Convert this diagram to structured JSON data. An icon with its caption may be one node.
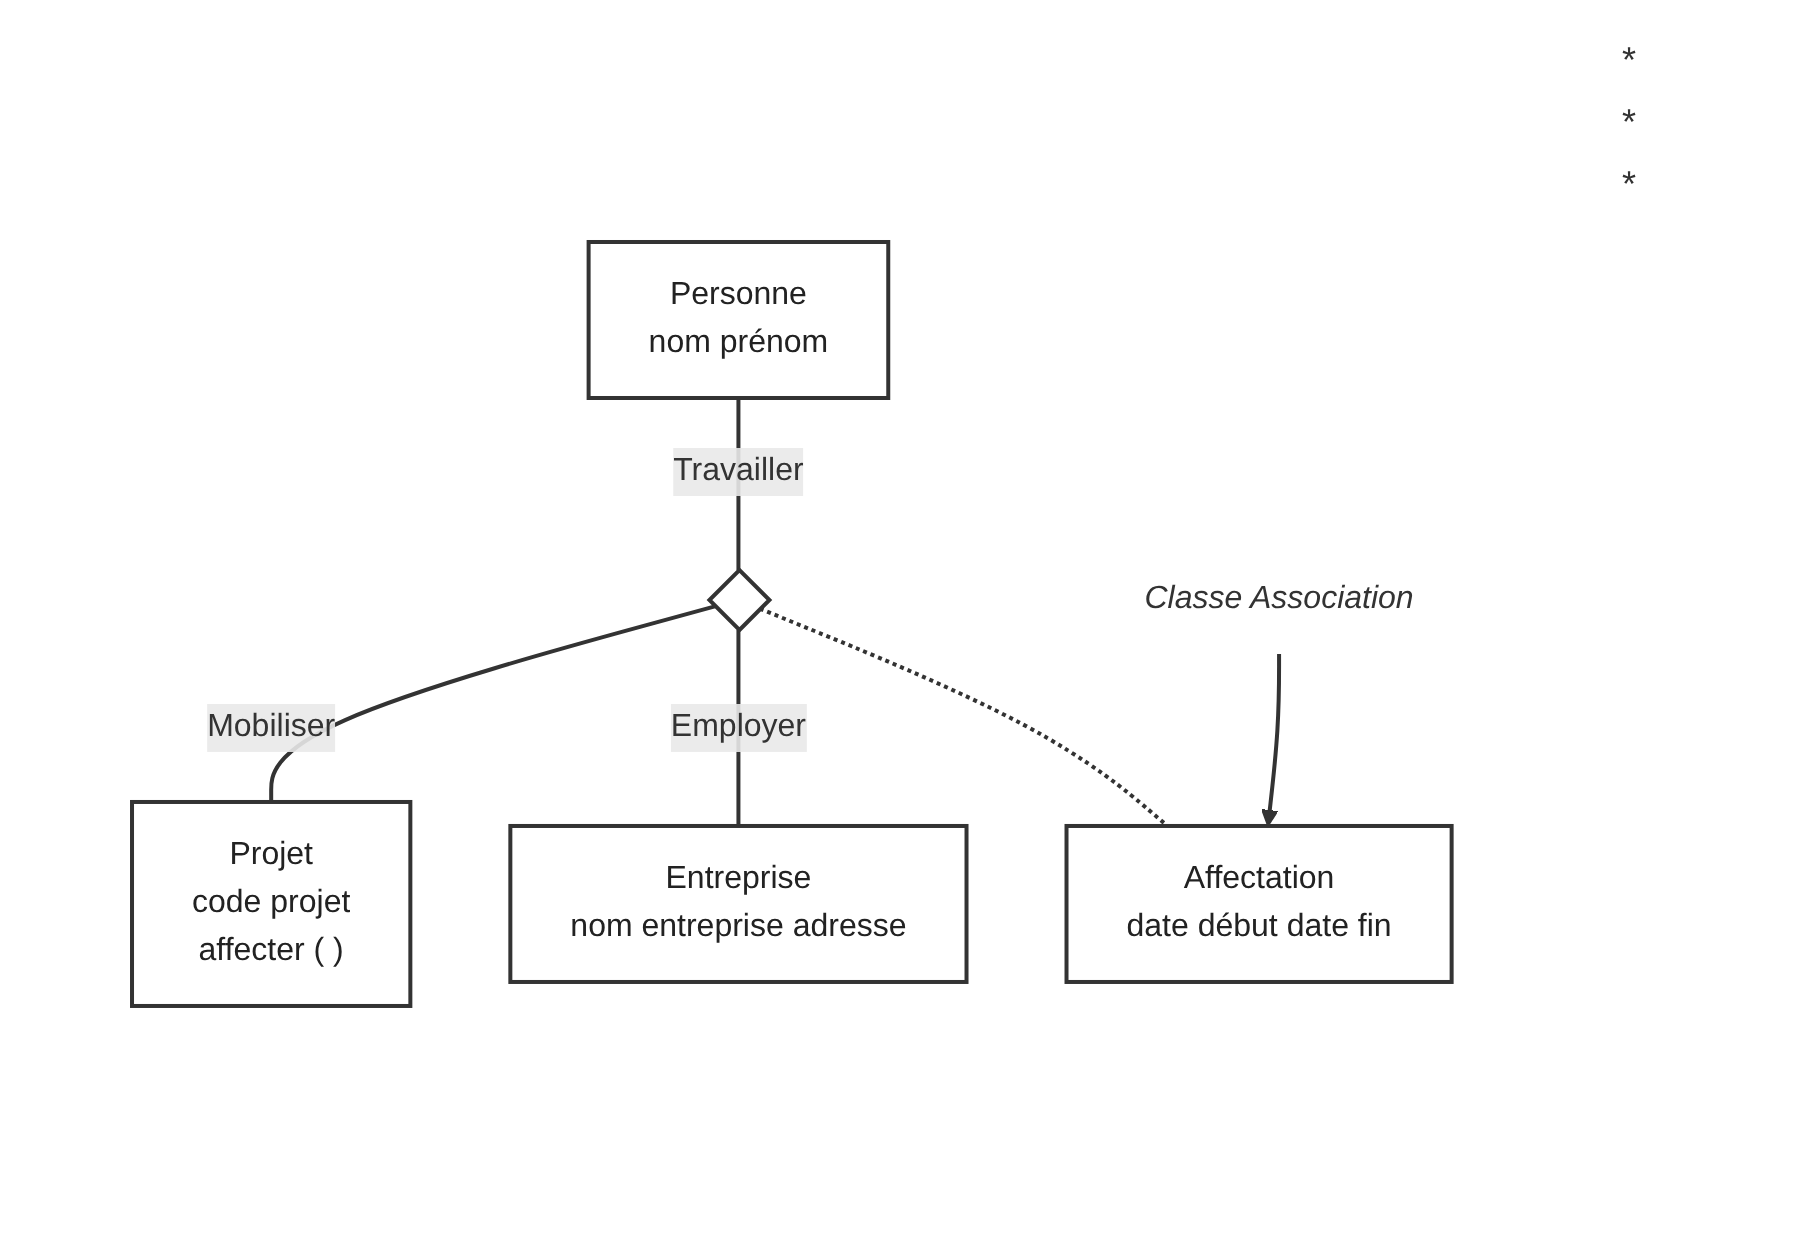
{
  "diagram": {
    "nodes": [
      {
        "text": [
          "Projet",
          "code projet",
          "affecter ( )"
        ]
      },
      {
        "text": [
          "Personne",
          "nom prénom"
        ]
      },
      {
        "text": [],
        "shape": "diamond"
      },
      {
        "text": [
          "Entreprise",
          "nom entreprise adresse"
        ]
      },
      {
        "text": [
          "Affectation",
          "date début date fin"
        ]
      },
      {
        "text": [
          "Classe Association"
        ]
      }
    ],
    "edges": [
      {
        "from": 2,
        "to": 0,
        "arrow": "none",
        "label": "Mobiliser"
      },
      {
        "from": 1,
        "to": 2,
        "arrow": "none",
        "label": "Travailler"
      },
      {
        "from": 2,
        "to": 3,
        "arrow": "none",
        "label": "Employer"
      },
      {
        "from": 2,
        "to": 4,
        "arrow": "none",
        "style": "dashed"
      },
      {
        "from": 5,
        "to": 4,
        "arrow": "to"
      }
    ],
    "labels": [
      "*",
      "*",
      "*"
    ]
  }
}
